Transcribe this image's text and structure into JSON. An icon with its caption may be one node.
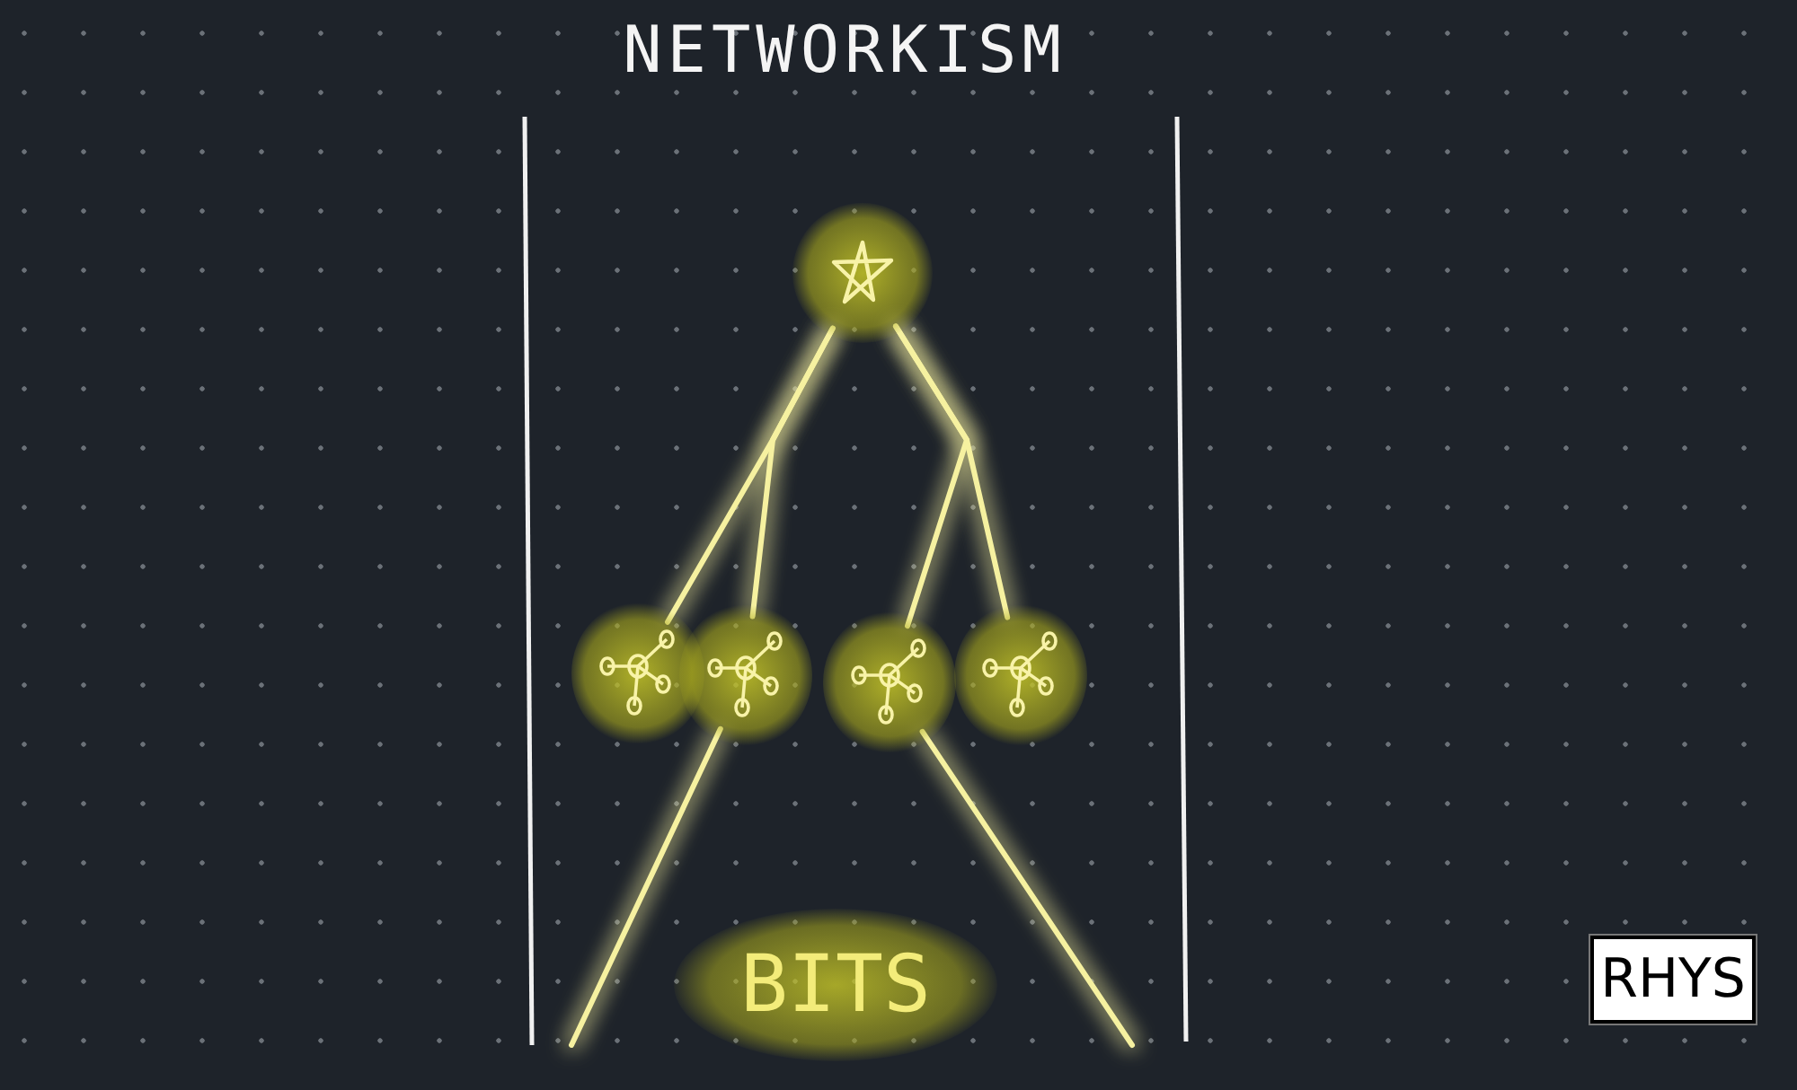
{
  "diagram": {
    "title": "NETWORKISM",
    "nodes": [
      {
        "text": [],
        "shape": "picture"
      },
      {
        "text": [],
        "shape": "picture"
      },
      {
        "text": [],
        "shape": "picture"
      },
      {
        "text": [],
        "shape": "picture"
      },
      {
        "text": [],
        "shape": "picture"
      },
      {
        "text": [
          "BITS"
        ]
      }
    ],
    "edges": [
      {
        "from": 0,
        "to": 1,
        "arrow": "none"
      },
      {
        "from": 0,
        "to": 2,
        "arrow": "none"
      },
      {
        "from": 0,
        "to": 3,
        "arrow": "none"
      },
      {
        "from": 0,
        "to": 4,
        "arrow": "none"
      },
      {
        "from": 2,
        "to": null,
        "arrow": "none"
      },
      {
        "from": 3,
        "to": null,
        "arrow": "none"
      }
    ],
    "labels": [
      "RHYS"
    ]
  }
}
